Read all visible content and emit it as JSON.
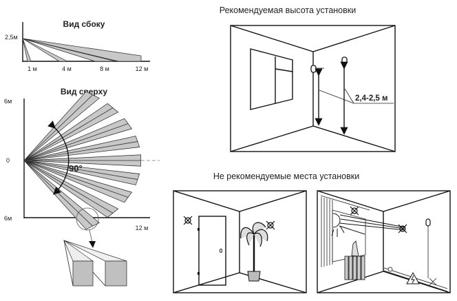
{
  "side_view": {
    "title": "Вид сбоку",
    "height_label": "2,5м",
    "distance_labels": [
      "1 м",
      "4 м",
      "8 м",
      "12 м"
    ]
  },
  "top_view": {
    "title": "Вид сверху",
    "y_top_label": "6м",
    "y_zero_label": "0",
    "y_bottom_label": "6м",
    "x_label": "12 м",
    "angle_label": "90°",
    "beam_count": 9
  },
  "recommended": {
    "title": "Рекомендуемая высота установки",
    "height_label": "2,4-2,5 м"
  },
  "not_recommended": {
    "title": "Не рекомендуемые места установки"
  },
  "colors": {
    "beam_fill": "#c8c8c8",
    "line": "#111111"
  }
}
